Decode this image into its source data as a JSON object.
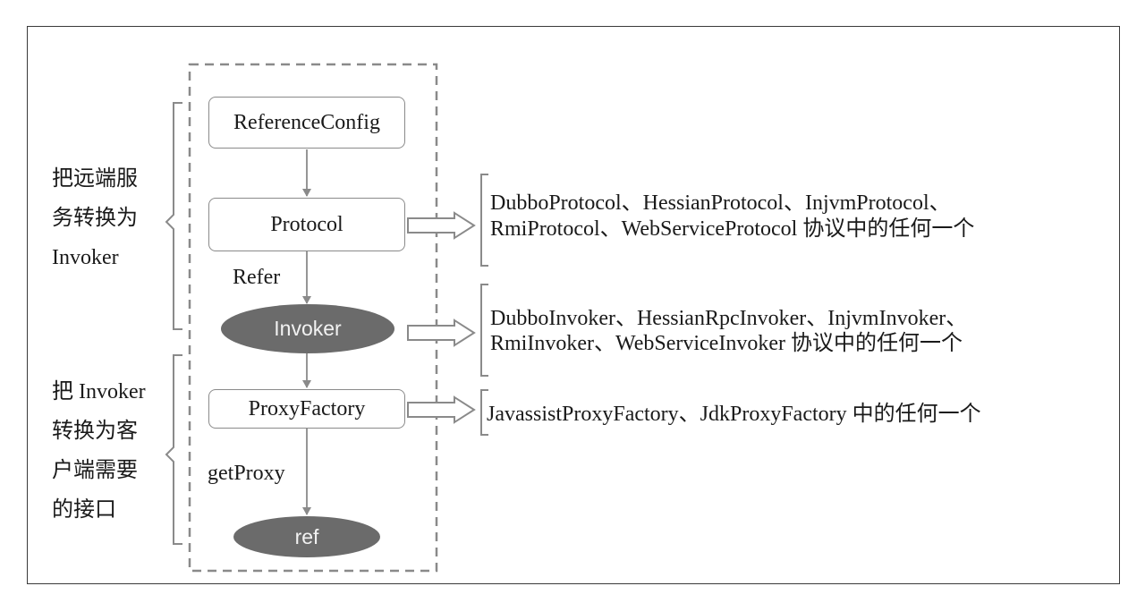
{
  "left_groups": [
    {
      "lines": [
        "把远端服",
        "务转换为",
        "Invoker"
      ]
    },
    {
      "lines": [
        "把 Invoker",
        "转换为客",
        "户端需要",
        "的接口"
      ]
    }
  ],
  "nodes": {
    "reference_config": "ReferenceConfig",
    "protocol": "Protocol",
    "invoker": "Invoker",
    "proxy_factory": "ProxyFactory",
    "ref": "ref"
  },
  "edge_labels": {
    "refer": "Refer",
    "get_proxy": "getProxy"
  },
  "implementations": {
    "protocol": [
      "DubboProtocol、HessianProtocol、InjvmProtocol、",
      "RmiProtocol、WebServiceProtocol 协议中的任何一个"
    ],
    "invoker": [
      "DubboInvoker、HessianRpcInvoker、InjvmInvoker、",
      "RmiInvoker、WebServiceInvoker 协议中的任何一个"
    ],
    "proxy_factory": [
      "JavassistProxyFactory、JdkProxyFactory 中的任何一个"
    ]
  },
  "colors": {
    "ellipse_fill": "#6b6b6b",
    "line_gray": "#8a8a8a",
    "frame": "#3a3a3a"
  }
}
